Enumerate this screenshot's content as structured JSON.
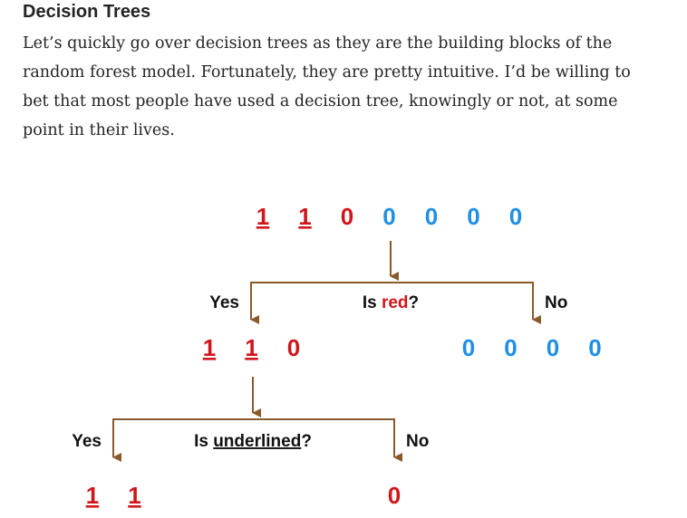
{
  "article": {
    "heading": "Decision Trees",
    "paragraph_lines": [
      "Let’s quickly go over decision trees as they are the building blocks of the",
      "random forest model. Fortunately, they are pretty intuitive. I’d be willing to",
      "bet that most people have used a decision tree, knowingly or not, at some",
      "point in their lives."
    ]
  },
  "colors": {
    "red": "#d0161c",
    "blue": "#1f8fe5",
    "arrow": "#8b5a2b",
    "text": "#111111"
  },
  "diagram": {
    "root_digits": [
      {
        "text": "1",
        "color": "red",
        "underlined": true
      },
      {
        "text": "1",
        "color": "red",
        "underlined": true
      },
      {
        "text": "0",
        "color": "red",
        "underlined": false
      },
      {
        "text": "0",
        "color": "blue",
        "underlined": false
      },
      {
        "text": "0",
        "color": "blue",
        "underlined": false
      },
      {
        "text": "0",
        "color": "blue",
        "underlined": false
      },
      {
        "text": "0",
        "color": "blue",
        "underlined": false
      }
    ],
    "q1": {
      "prefix": "Is ",
      "highlight": "red",
      "suffix": "?",
      "yes": "Yes",
      "no": "No"
    },
    "yes1_digits": [
      {
        "text": "1",
        "color": "red",
        "underlined": true
      },
      {
        "text": "1",
        "color": "red",
        "underlined": true
      },
      {
        "text": "0",
        "color": "red",
        "underlined": false
      }
    ],
    "no1_digits": [
      {
        "text": "0",
        "color": "blue",
        "underlined": false
      },
      {
        "text": "0",
        "color": "blue",
        "underlined": false
      },
      {
        "text": "0",
        "color": "blue",
        "underlined": false
      },
      {
        "text": "0",
        "color": "blue",
        "underlined": false
      }
    ],
    "q2": {
      "prefix": "Is ",
      "highlight": "underlined",
      "suffix": "?",
      "yes": "Yes",
      "no": "No"
    },
    "yes2_digits": [
      {
        "text": "1",
        "color": "red",
        "underlined": true
      },
      {
        "text": "1",
        "color": "red",
        "underlined": true
      }
    ],
    "no2_digits": [
      {
        "text": "0",
        "color": "red",
        "underlined": false
      }
    ]
  }
}
